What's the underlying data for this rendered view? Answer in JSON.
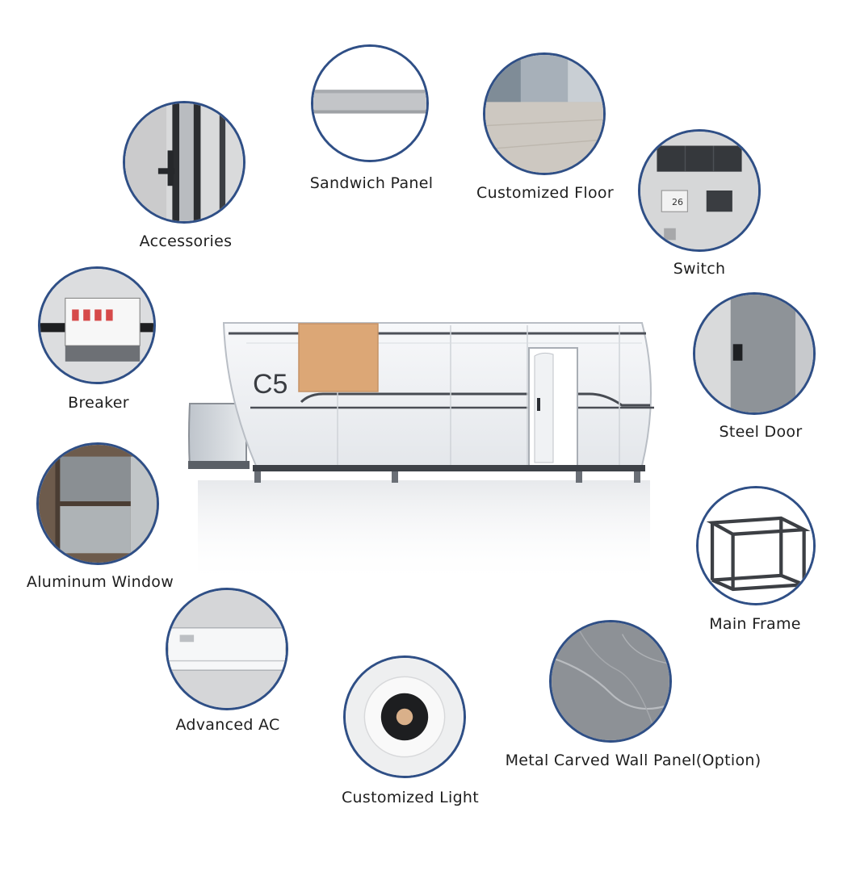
{
  "product": {
    "model_label": "C5"
  },
  "features": [
    {
      "id": "accessories",
      "label": "Accessories"
    },
    {
      "id": "sandwich",
      "label": "Sandwich Panel"
    },
    {
      "id": "floor",
      "label": "Customized Floor"
    },
    {
      "id": "switch",
      "label": "Switch"
    },
    {
      "id": "breaker",
      "label": "Breaker"
    },
    {
      "id": "steeldoor",
      "label": "Steel Door"
    },
    {
      "id": "window",
      "label": "Aluminum Window"
    },
    {
      "id": "mainframe",
      "label": "Main Frame"
    },
    {
      "id": "ac",
      "label": "Advanced AC"
    },
    {
      "id": "wallpanel",
      "label": "Metal Carved Wall Panel(Option)"
    },
    {
      "id": "light",
      "label": "Customized Light"
    }
  ],
  "switch_panel": {
    "thermostat_readout": "26"
  }
}
